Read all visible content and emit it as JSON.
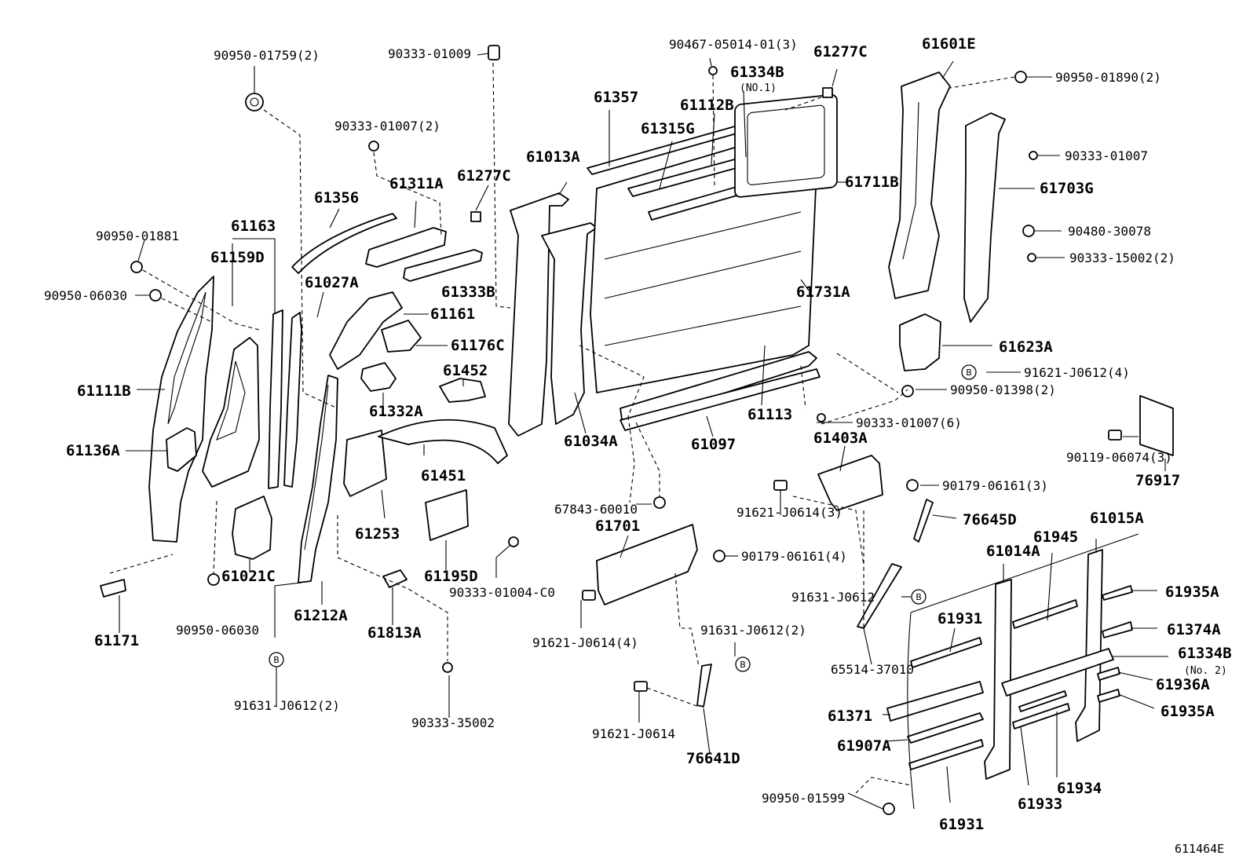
{
  "labels": {
    "p61601E": "61601E",
    "p90467": "90467-05014-01(3)",
    "p61277C_top": "61277C",
    "p61334B": "61334B",
    "p61334B_no1": "(NO.1)",
    "p90950_01890": "90950-01890(2)",
    "p61357": "61357",
    "p61112B": "61112B",
    "p61315G": "61315G",
    "p90333_01009": "90333-01009",
    "p90950_01759": "90950-01759(2)",
    "p90333_01007_2": "90333-01007(2)",
    "p61013A": "61013A",
    "p61711B": "61711B",
    "p90333_01007": "90333-01007",
    "p61703G": "61703G",
    "p61311A": "61311A",
    "p61277C_mid": "61277C",
    "p61356": "61356",
    "p61163": "61163",
    "p90950_01881": "90950-01881",
    "p61159D": "61159D",
    "p90480": "90480-30078",
    "p90333_15002": "90333-15002(2)",
    "p61333B": "61333B",
    "p61027A": "61027A",
    "p61731A": "61731A",
    "p90950_06030_top": "90950-06030",
    "p61161": "61161",
    "p61176C": "61176C",
    "p61623A": "61623A",
    "p61452": "61452",
    "p91621_J0612": "91621-J0612(4)",
    "p61111B": "61111B",
    "p90950_01398": "90950-01398(2)",
    "p61332A": "61332A",
    "p61113": "61113",
    "p90333_01007_6": "90333-01007(6)",
    "p61034A": "61034A",
    "p61097": "61097",
    "p61136A": "61136A",
    "p61403A": "61403A",
    "p90119": "90119-06074(3)",
    "p61451": "61451",
    "p76917": "76917",
    "p90179_3": "90179-06161(3)",
    "p67843": "67843-60010",
    "p61701": "61701",
    "p91621_J0614_3": "91621-J0614(3)",
    "p76645D": "76645D",
    "p61253": "61253",
    "p61015A": "61015A",
    "p61945": "61945",
    "p90179_4": "90179-06161(4)",
    "p61014A": "61014A",
    "p61195D": "61195D",
    "p61021C": "61021C",
    "p90333_01004": "90333-01004-C0",
    "p61935A_top": "61935A",
    "p91631_J0612": "91631-J0612",
    "p61212A": "61212A",
    "p61171": "61171",
    "p90950_06030_bot": "90950-06030",
    "p61813A": "61813A",
    "p61374A": "61374A",
    "p61931_top": "61931",
    "p91621_J0614_4": "91621-J0614(4)",
    "p91631_J0612_2a": "91631-J0612(2)",
    "p61334B_no2_a": "61334B",
    "p61334B_no2_b": "(No. 2)",
    "p65514": "65514-37010",
    "p61936A": "61936A",
    "p91631_J0612_2b": "91631-J0612(2)",
    "p90333_35002": "90333-35002",
    "p61371": "61371",
    "p61935A_bot": "61935A",
    "p91621_J0614": "91621-J0614",
    "p61907A": "61907A",
    "p76641D": "76641D",
    "p61934": "61934",
    "p90950_01599": "90950-01599",
    "p61933": "61933",
    "p61931_bot": "61931",
    "ref": "611464E"
  },
  "bolt_marker": "B"
}
